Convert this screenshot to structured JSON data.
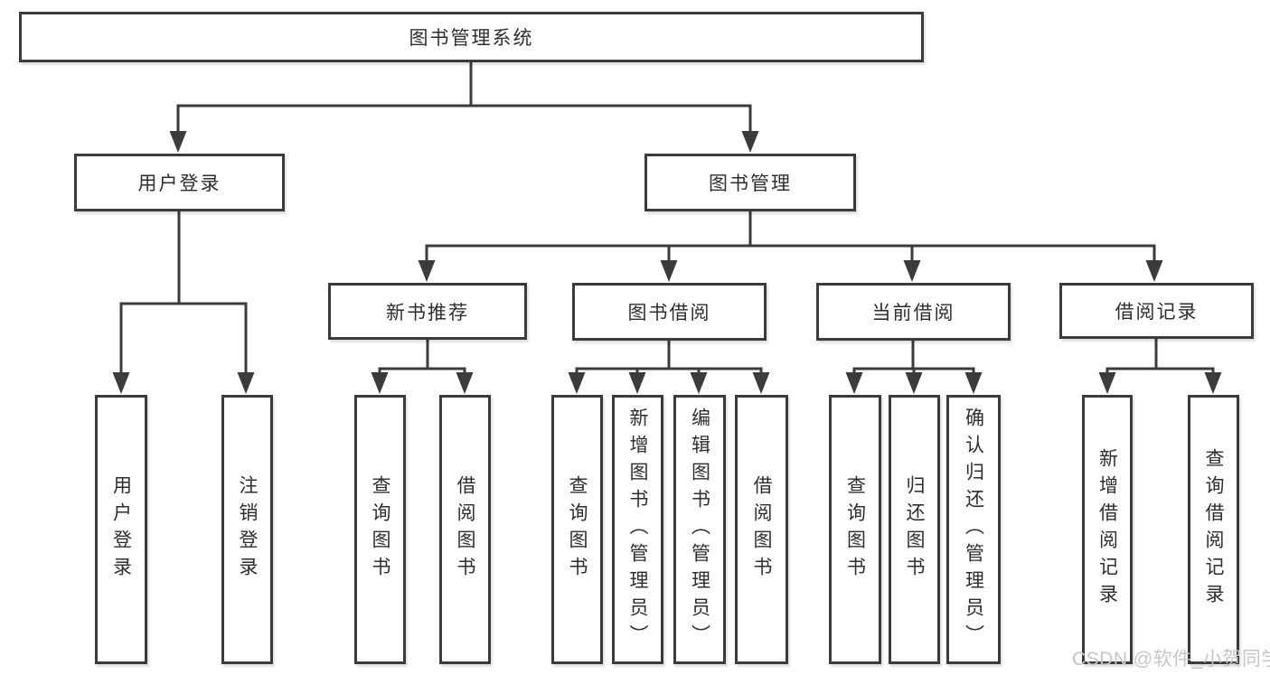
{
  "tree": {
    "label": "图书管理系统",
    "children": [
      {
        "label": "用户登录",
        "children": [
          {
            "label": "用户登录"
          },
          {
            "label": "注销登录"
          }
        ]
      },
      {
        "label": "图书管理",
        "children": [
          {
            "label": "新书推荐",
            "children": [
              {
                "label": "查询图书"
              },
              {
                "label": "借阅图书"
              }
            ]
          },
          {
            "label": "图书借阅",
            "children": [
              {
                "label": "查询图书"
              },
              {
                "label": "新增图书（管理员）"
              },
              {
                "label": "编辑图书（管理员）"
              },
              {
                "label": "借阅图书"
              }
            ]
          },
          {
            "label": "当前借阅",
            "children": [
              {
                "label": "查询图书"
              },
              {
                "label": "归还图书"
              },
              {
                "label": "确认归还（管理员）"
              }
            ]
          },
          {
            "label": "借阅记录",
            "children": [
              {
                "label": "新增借阅记录"
              },
              {
                "label": "查询借阅记录"
              }
            ]
          }
        ]
      }
    ]
  },
  "watermark": {
    "text": "CSDN @软件_小贺同学"
  },
  "colors": {
    "line": "#3b3b3b",
    "text": "#2e2e2e",
    "background": "#ffffff",
    "watermark": "#c6c6c6"
  }
}
